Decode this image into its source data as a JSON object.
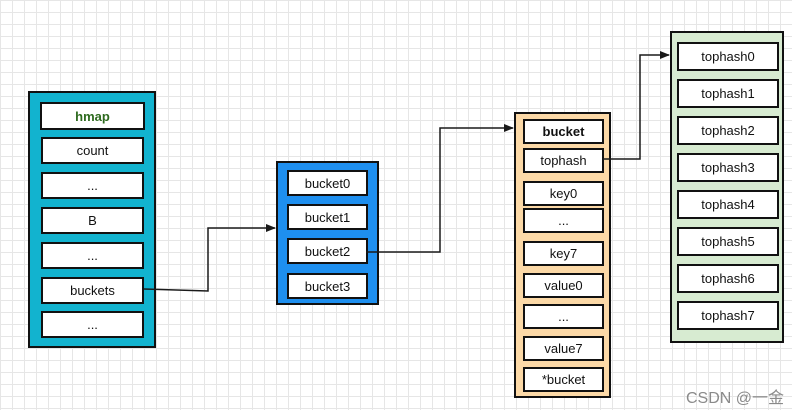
{
  "colors": {
    "hmap_fill": "#12b3cf",
    "buckets_fill": "#1e8fef",
    "bucket_fill": "#fcd9a7",
    "tophash_fill": "#d7ebd1",
    "line": "#1a1a1a"
  },
  "hmap": {
    "title": "hmap",
    "fields": [
      "count",
      "...",
      "B",
      "...",
      "buckets",
      "..."
    ]
  },
  "buckets_array": {
    "items": [
      "bucket0",
      "bucket1",
      "bucket2",
      "bucket3"
    ]
  },
  "bucket": {
    "title": "bucket",
    "fields": [
      "tophash",
      "key0",
      "...",
      "key7",
      "value0",
      "...",
      "value7",
      "*bucket"
    ]
  },
  "tophash": {
    "items": [
      "tophash0",
      "tophash1",
      "tophash2",
      "tophash3",
      "tophash4",
      "tophash5",
      "tophash6",
      "tophash7"
    ]
  },
  "watermark": "CSDN @一金"
}
